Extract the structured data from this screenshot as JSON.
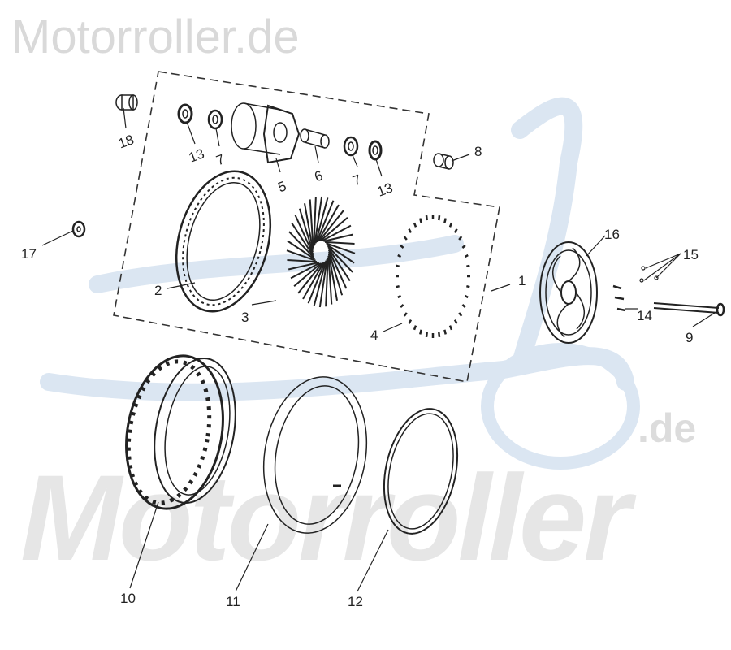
{
  "watermark": {
    "top": "Motorroller.de",
    "bottom": "Motorroller",
    "bottom_suffix": ".de"
  },
  "colors": {
    "line": "#222222",
    "watermark": "#d9d9d9",
    "scooter_watermark": "#dbe6f2"
  },
  "parts": [
    {
      "id": "1",
      "label": "1"
    },
    {
      "id": "2",
      "label": "2"
    },
    {
      "id": "3",
      "label": "3"
    },
    {
      "id": "4",
      "label": "4"
    },
    {
      "id": "5",
      "label": "5"
    },
    {
      "id": "6",
      "label": "6"
    },
    {
      "id": "7a",
      "label": "7"
    },
    {
      "id": "7b",
      "label": "7"
    },
    {
      "id": "8",
      "label": "8"
    },
    {
      "id": "9",
      "label": "9"
    },
    {
      "id": "10",
      "label": "10"
    },
    {
      "id": "11",
      "label": "11"
    },
    {
      "id": "12",
      "label": "12"
    },
    {
      "id": "13a",
      "label": "13"
    },
    {
      "id": "13b",
      "label": "13"
    },
    {
      "id": "14",
      "label": "14"
    },
    {
      "id": "15",
      "label": "15"
    },
    {
      "id": "16",
      "label": "16"
    },
    {
      "id": "17",
      "label": "17"
    },
    {
      "id": "18",
      "label": "18"
    }
  ]
}
